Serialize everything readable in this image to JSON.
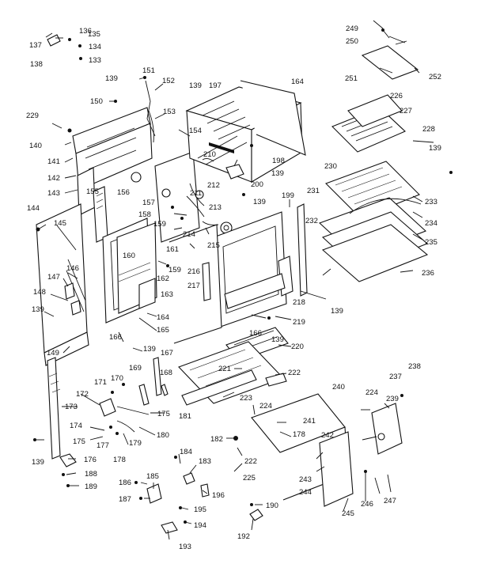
{
  "diagram": {
    "labels": [
      "137",
      "136",
      "135",
      "134",
      "138",
      "133",
      "139",
      "151",
      "152",
      "164",
      "249",
      "250",
      "251",
      "252",
      "150",
      "139",
      "197",
      "226",
      "227",
      "228",
      "229",
      "139",
      "153",
      "154",
      "140",
      "141",
      "198",
      "139",
      "142",
      "210",
      "200",
      "139",
      "230",
      "231",
      "233",
      "234",
      "235",
      "236",
      "232",
      "143",
      "155",
      "156",
      "157",
      "158",
      "159",
      "211",
      "212",
      "213",
      "214",
      "215",
      "199",
      "144",
      "145",
      "160",
      "161",
      "162",
      "159",
      "216",
      "217",
      "218",
      "163",
      "146",
      "147",
      "148",
      "139",
      "164",
      "165",
      "166",
      "139",
      "139",
      "219",
      "220",
      "221",
      "222",
      "149",
      "166",
      "139",
      "167",
      "169",
      "168",
      "170",
      "171",
      "172",
      "173",
      "175",
      "180",
      "223",
      "181",
      "224",
      "241",
      "178",
      "240",
      "237",
      "238",
      "224",
      "239",
      "242",
      "174",
      "175",
      "177",
      "179",
      "178",
      "176",
      "139",
      "182",
      "222",
      "225",
      "184",
      "183",
      "243",
      "244",
      "188",
      "189",
      "186",
      "185",
      "187",
      "195",
      "194",
      "196",
      "190",
      "192",
      "193",
      "245",
      "246",
      "247"
    ]
  }
}
